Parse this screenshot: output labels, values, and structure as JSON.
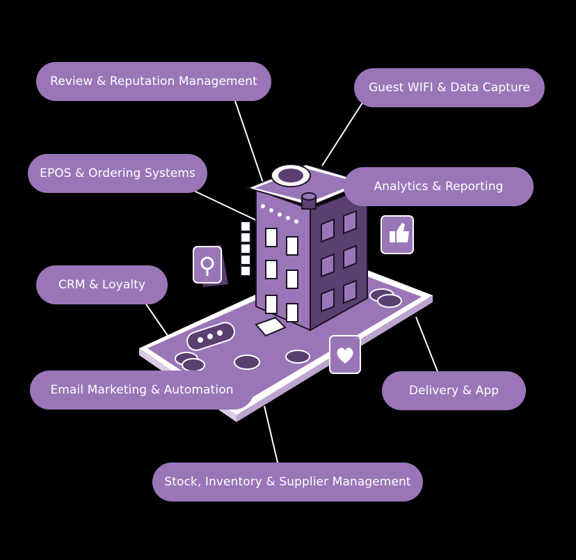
{
  "labels": {
    "review": "Review & Reputation Management",
    "wifi": "Guest WIFI & Data Capture",
    "epos": "EPOS & Ordering Systems",
    "analytics": "Analytics & Reporting",
    "crm": "CRM & Loyalty",
    "email": "Email Marketing & Automation",
    "delivery": "Delivery & App",
    "stock": "Stock, Inventory & Supplier Management"
  },
  "colors": {
    "background": "#000000",
    "pill": "#9a76b8",
    "pill_text": "#ffffff",
    "illustration_fill": "#9a76b8",
    "illustration_dark": "#5a3f70",
    "outline": "#ffffff"
  },
  "icons": [
    "location-pin-icon",
    "thumbs-up-icon",
    "heart-icon",
    "rating-stars-icon",
    "coin-icon"
  ]
}
